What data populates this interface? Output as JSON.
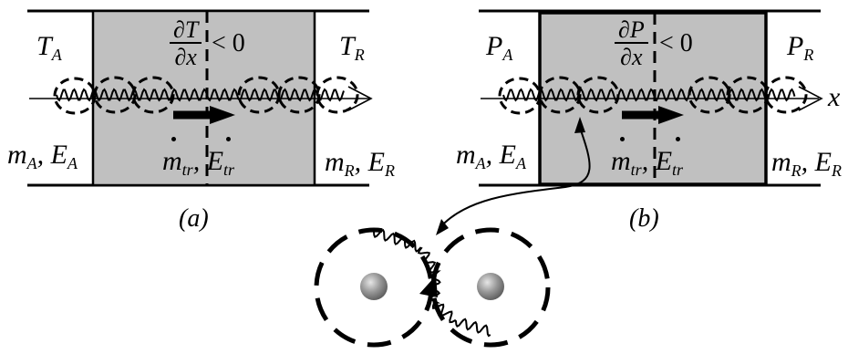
{
  "panel_a": {
    "caption": "(a)",
    "left_var": "T",
    "left_sub": "A",
    "right_var": "T",
    "right_sub": "R",
    "gradient_num": "∂T",
    "gradient_den": "∂x",
    "gradient_rel": "< 0",
    "left_mass": "m",
    "left_mass_sub": "A",
    "left_energy": "E",
    "left_energy_sub": "A",
    "right_mass": "m",
    "right_mass_sub": "R",
    "right_energy": "E",
    "right_energy_sub": "R",
    "flux_mass": "m",
    "flux_mass_sub": "tr",
    "flux_energy": "E",
    "flux_energy_sub": "tr"
  },
  "panel_b": {
    "caption": "(b)",
    "left_var": "P",
    "left_sub": "A",
    "right_var": "P",
    "right_sub": "R",
    "gradient_num": "∂P",
    "gradient_den": "∂x",
    "gradient_rel": "< 0",
    "left_mass": "m",
    "left_mass_sub": "A",
    "left_energy": "E",
    "left_energy_sub": "A",
    "right_mass": "m",
    "right_mass_sub": "R",
    "right_energy": "E",
    "right_energy_sub": "R",
    "flux_mass": "m",
    "flux_mass_sub": "tr",
    "flux_energy": "E",
    "flux_energy_sub": "tr",
    "axis_label": "x"
  },
  "colors": {
    "ink": "#000000",
    "region_fill": "#c0c0c0",
    "particle": "#8a8a8a"
  }
}
